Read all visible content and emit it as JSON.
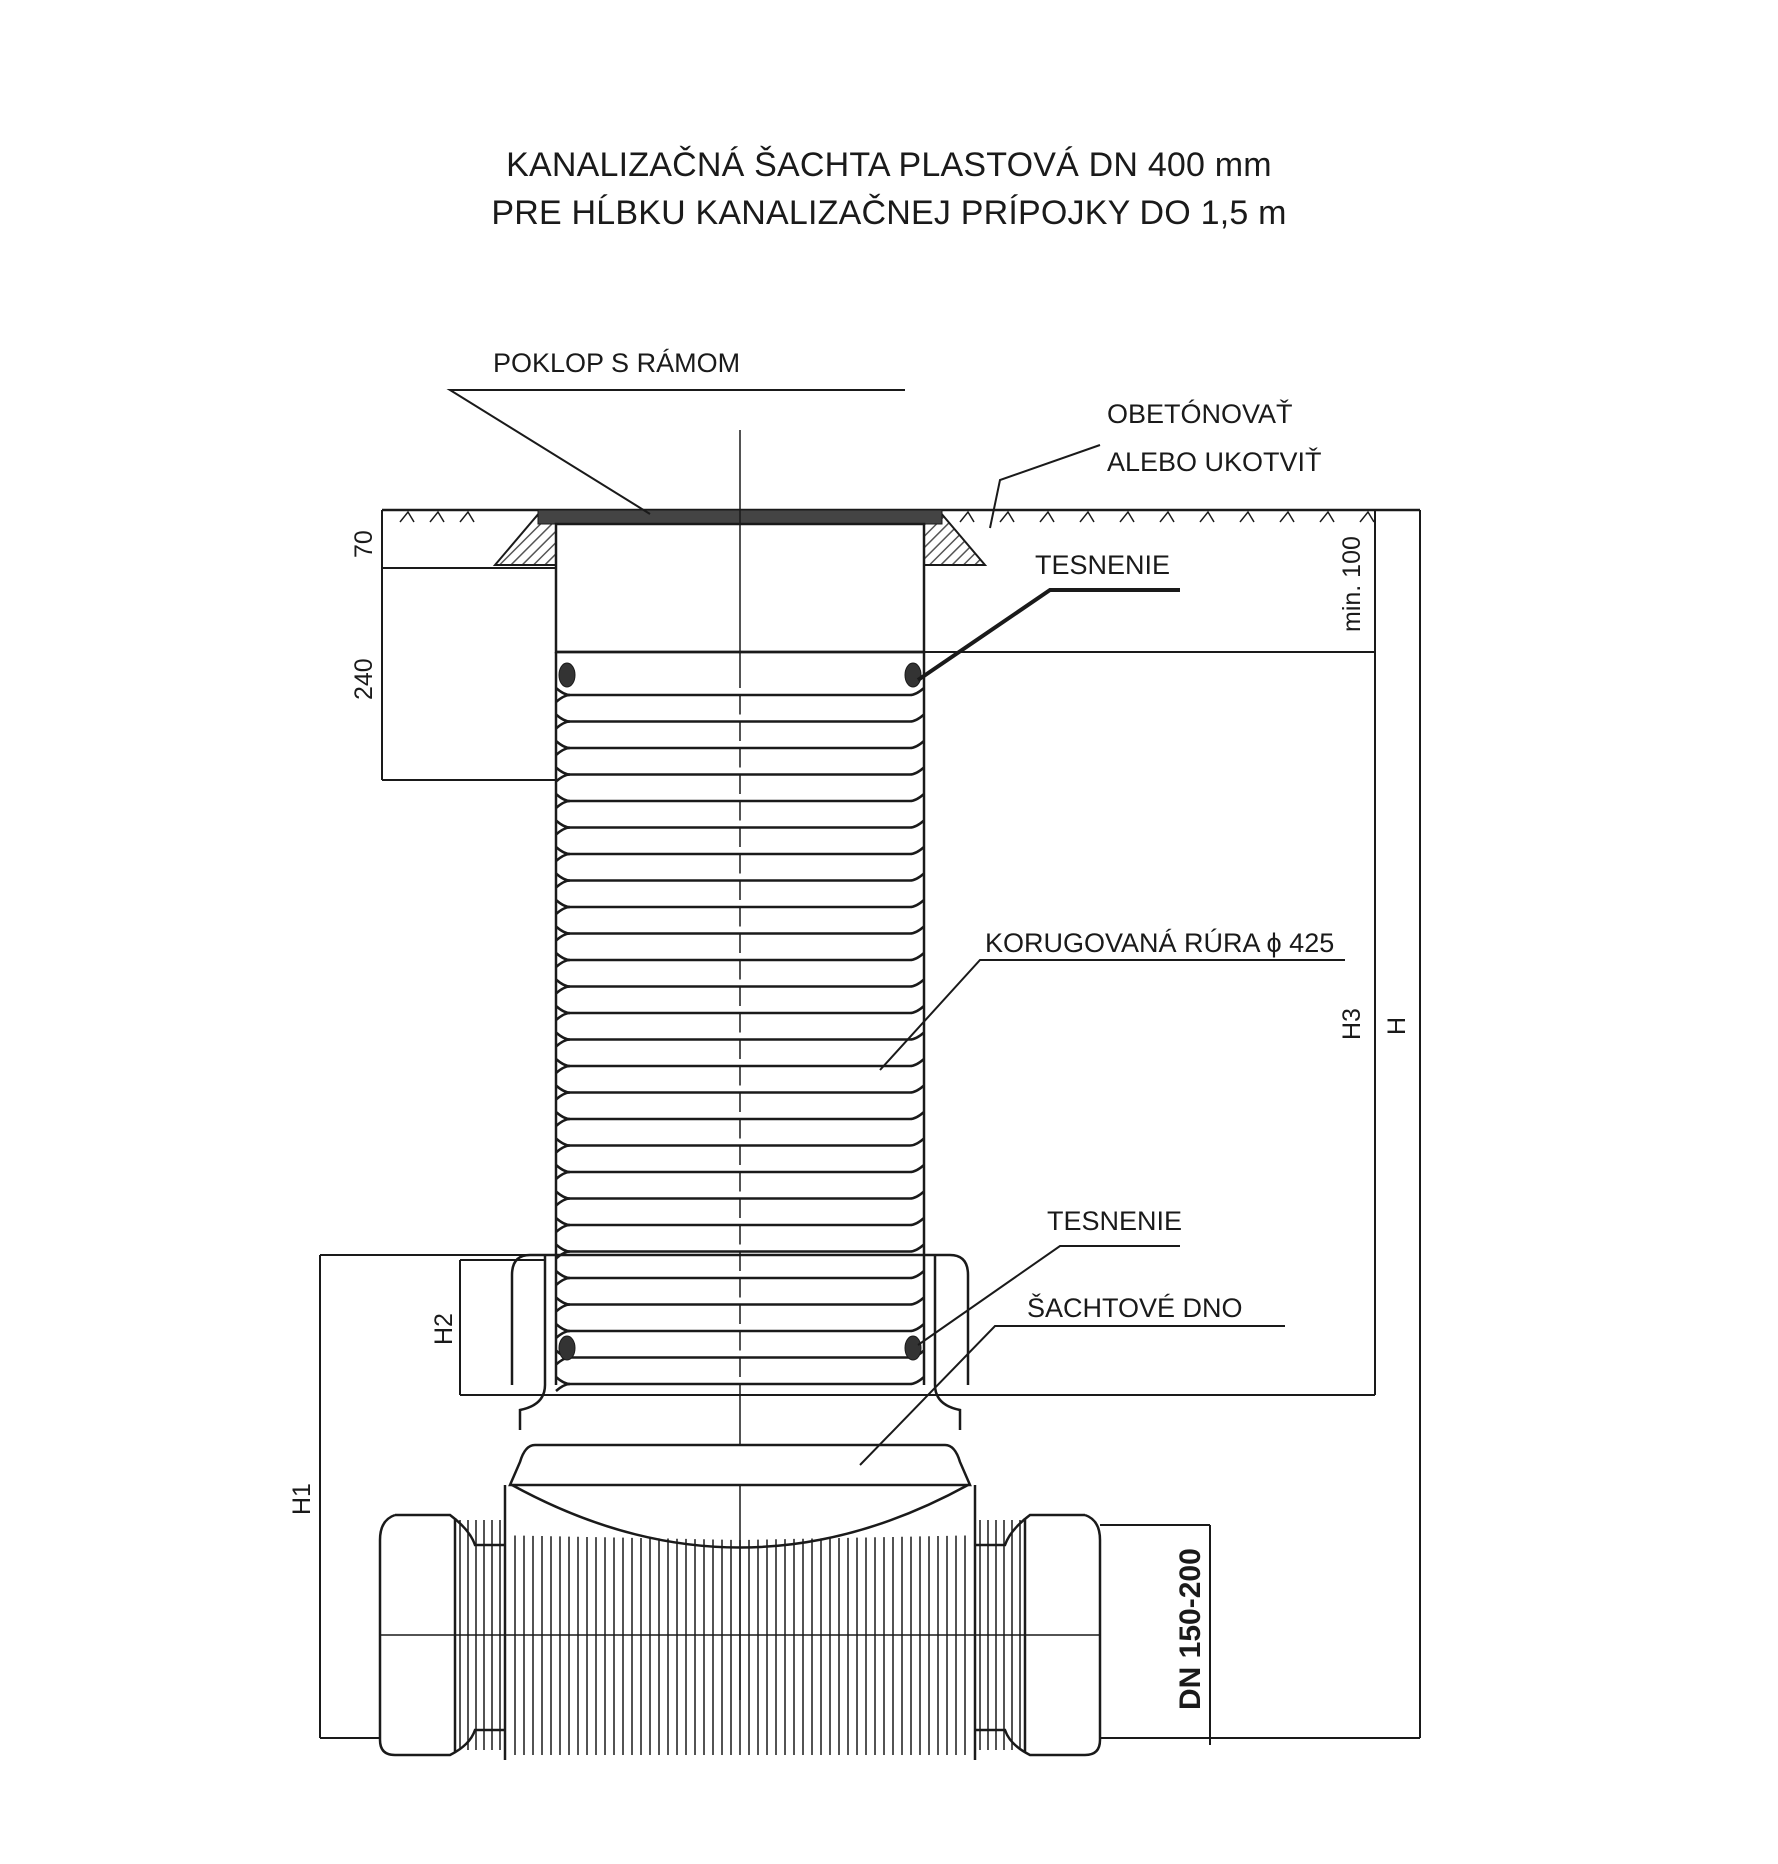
{
  "title": {
    "line1": "KANALIZAČNÁ ŠACHTA PLASTOVÁ DN 400 mm",
    "line2": "PRE HĹBKU KANALIZAČNEJ PRÍPOJKY DO 1,5 m"
  },
  "labels": {
    "cover": "POKLOP S RÁMOM",
    "concrete_1": "OBETÓNOVAŤ",
    "concrete_2": "ALEBO UKOTVIŤ",
    "seal_top": "TESNENIE",
    "pipe": "KORUGOVANÁ RÚRA  ϕ 425",
    "seal_bottom": "TESNENIE",
    "base": "ŠACHTOVÉ DNO"
  },
  "dimensions": {
    "d70": "70",
    "d240": "240",
    "min100": "min. 100",
    "h3": "H3",
    "h": "H",
    "h2": "H2",
    "h1": "H1",
    "dn": "DN 150-200"
  },
  "colors": {
    "line": "#1a1a1a",
    "hatch": "#555555"
  }
}
